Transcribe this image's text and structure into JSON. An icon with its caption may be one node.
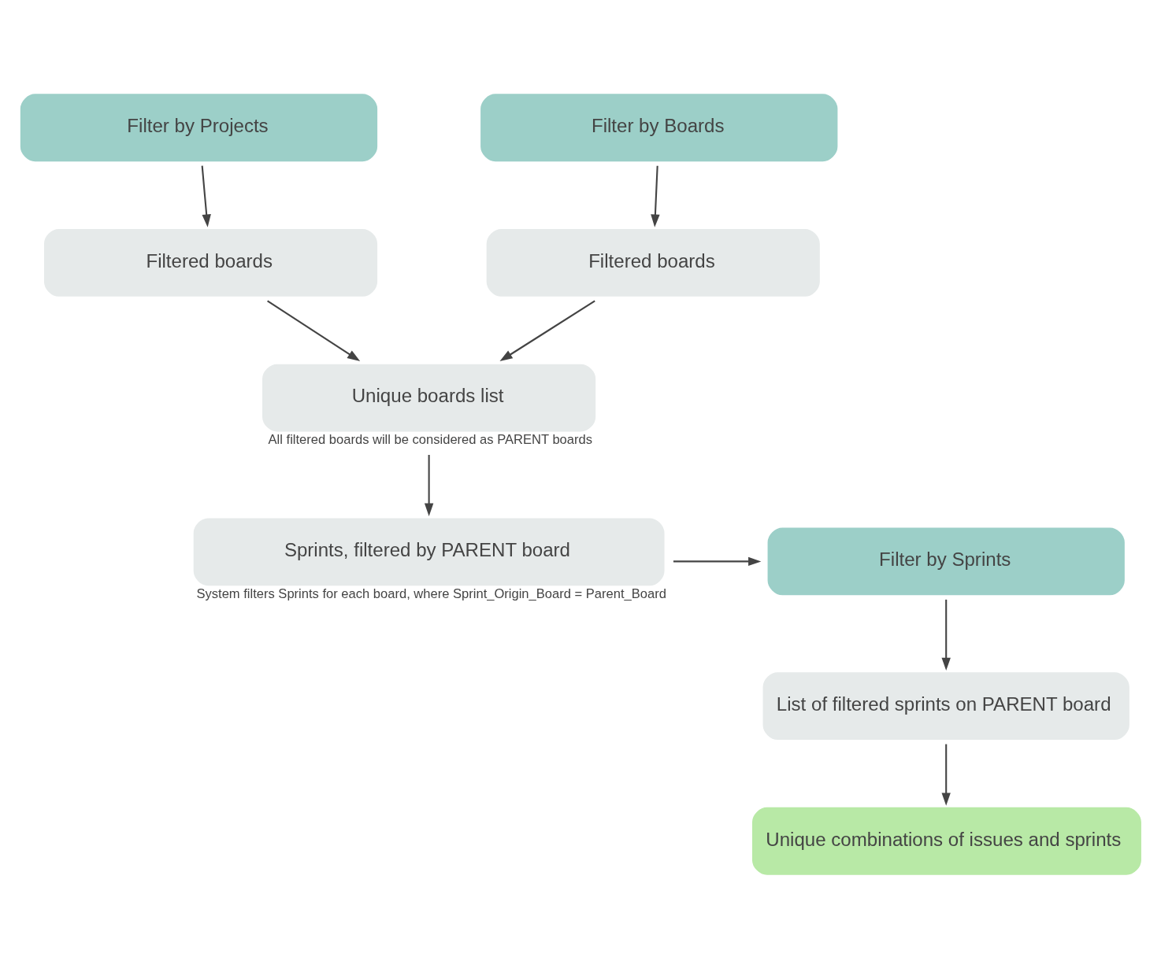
{
  "diagram": {
    "nodes": [
      {
        "text": [
          "Filter by Projects"
        ]
      },
      {
        "text": [
          "Filter by Boards"
        ]
      },
      {
        "text": [
          "Filtered boards"
        ]
      },
      {
        "text": [
          "Filtered boards"
        ]
      },
      {
        "text": [
          "Unique boards list"
        ],
        "beside": [
          "All filtered boards will be considered as PARENT boards"
        ]
      },
      {
        "text": [
          "Sprints, filtered by PARENT board"
        ],
        "beside": [
          "System filters Sprints for each board, where Sprint_Origin_Board = Parent_Board"
        ]
      },
      {
        "text": [
          "Filter by Sprints"
        ]
      },
      {
        "text": [
          "List of filtered sprints on PARENT board"
        ]
      },
      {
        "text": [
          "Unique combinations of issues and sprints"
        ]
      }
    ],
    "edges": [
      {
        "from": 0,
        "to": 2,
        "arrow": "to"
      },
      {
        "from": 1,
        "to": 3,
        "arrow": "to"
      },
      {
        "from": 2,
        "to": 4,
        "arrow": "to"
      },
      {
        "from": 3,
        "to": 4,
        "arrow": "to"
      },
      {
        "from": 4,
        "to": 5,
        "arrow": "to"
      },
      {
        "from": 5,
        "to": 6,
        "arrow": "to"
      },
      {
        "from": 6,
        "to": 7,
        "arrow": "to"
      },
      {
        "from": 7,
        "to": 8,
        "arrow": "to"
      }
    ]
  }
}
